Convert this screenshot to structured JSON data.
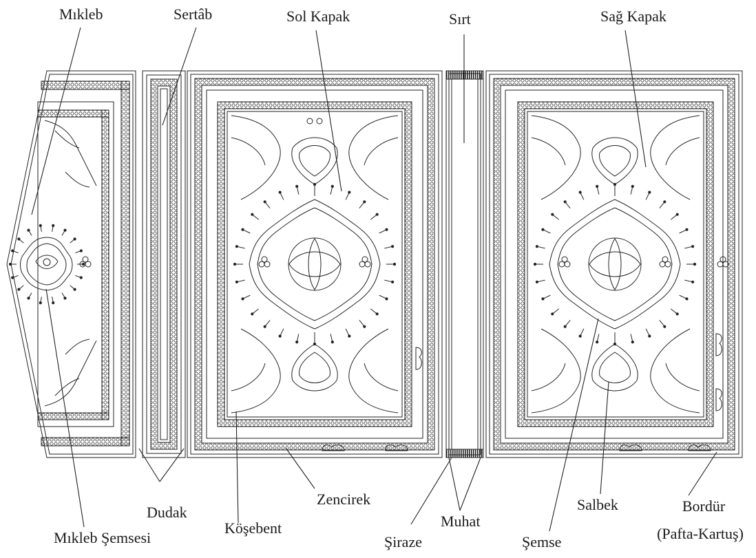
{
  "labels": {
    "mikleb": "Mıkleb",
    "sertab": "Sertâb",
    "sol_kapak": "Sol Kapak",
    "sirt": "Sırt",
    "sag_kapak": "Sağ Kapak",
    "dudak": "Dudak",
    "kosebent": "Köşebent",
    "zencirek": "Zencirek",
    "muhat": "Muhat",
    "salbek": "Salbek",
    "bordur": "Bordür",
    "pafta_kartus": "(Pafta-Kartuş)",
    "mikleb_semsesi": "Mıkleb Şemsesi",
    "siraze": "Şiraze",
    "semse": "Şemse"
  }
}
